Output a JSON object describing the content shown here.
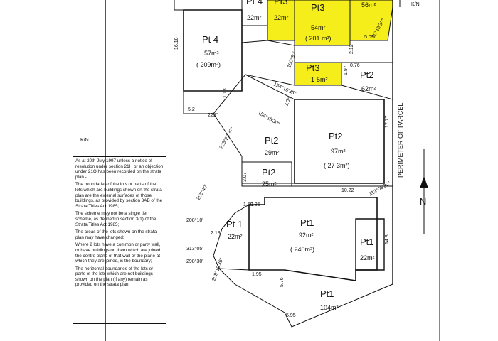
{
  "lots": {
    "pt4_top": {
      "label": "Pt 4",
      "area": "22m²"
    },
    "pt3_left": {
      "label": "Pt3",
      "area": "22m²"
    },
    "pt3_main": {
      "label": "Pt3",
      "area": "54m²",
      "area_paren": "( 201 m²)"
    },
    "pt3_right": {
      "area": "56m²"
    },
    "pt4_main": {
      "label": "Pt 4",
      "area": "57m²",
      "area_paren": "( 209m²)"
    },
    "pt3_small": {
      "label": "Pt3",
      "area": "1·5m²"
    },
    "pt2_right": {
      "label": "Pt2",
      "area": "62m²"
    },
    "pt2_main": {
      "label": "Pt2",
      "area": "97m²",
      "area_paren": "( 27 3m²)"
    },
    "pt2_mid": {
      "label": "Pt2",
      "area": "29m²"
    },
    "pt2_small": {
      "label": "Pt2",
      "area": "25m²"
    },
    "pt1_left": {
      "label": "Pt 1",
      "area": "22m²"
    },
    "pt1_main": {
      "label": "Pt1",
      "area": "92m²",
      "area_paren": "( 240m²)"
    },
    "pt1_right": {
      "label": "Pt1",
      "area": "22m²"
    },
    "pt1_bottom": {
      "label": "Pt1",
      "area": "104m²"
    }
  },
  "dimensions": {
    "d1": "16.18",
    "d2": "5.2",
    "d3": "1.13",
    "d4": "2.12",
    "d5": "5.09",
    "d6": "0.76",
    "d7": "1.97",
    "d8": "17.77",
    "d9": "10.22",
    "d10": "3.07",
    "d11": "1.59",
    "d12": "2.35",
    "d13": "2.13",
    "d14": "14.3",
    "d15": "1.95",
    "d16": "5.76",
    "d17": "5.95",
    "d18": "3.05"
  },
  "bearings": {
    "b1": "225°",
    "b2": "154°16'35\"",
    "b3": "154°15'30\"",
    "b4": "223°23'37\"",
    "b5": "208°10'",
    "b6": "208°40'",
    "b7": "313°05'",
    "b8": "208°10'38\"",
    "b9": "298°30'",
    "b10": "180°30'",
    "b11": "313°06'30\"",
    "b12": "90°15'30\""
  },
  "perimeter_label": "PERIMETER OF PARCEL",
  "north_label": "N",
  "corner_mark": "K/N",
  "left_mark": "K/N",
  "notes": [
    "As at 20th July 1997 unless a notice of resolution under section 21H or an objection under 21O has been recorded on the strata plan -",
    "The boundaries of the lots or parts of the lots which are buildings shown on the strata plan are the external surfaces of those buildings, as provided by section 3AB of the Strata Titles Act 1985;",
    "The scheme may not be a single tier scheme, as defined in section 3(1) of the Strata Titles Act 1985;",
    "The areas of the lots shown on the strata plan may have changed;",
    "Where 2 lots have a common or party wall, or have buildings on them which are joined, the centre plane of that wall or the plane at which they are joined, is the boundary;",
    "The horizontal boundaries of the lots or parts of the lots which are not buildings shown on the plan (if any) remain as provided on the strata plan."
  ],
  "colors": {
    "highlight": "#f5ee1a",
    "line": "#111111"
  }
}
